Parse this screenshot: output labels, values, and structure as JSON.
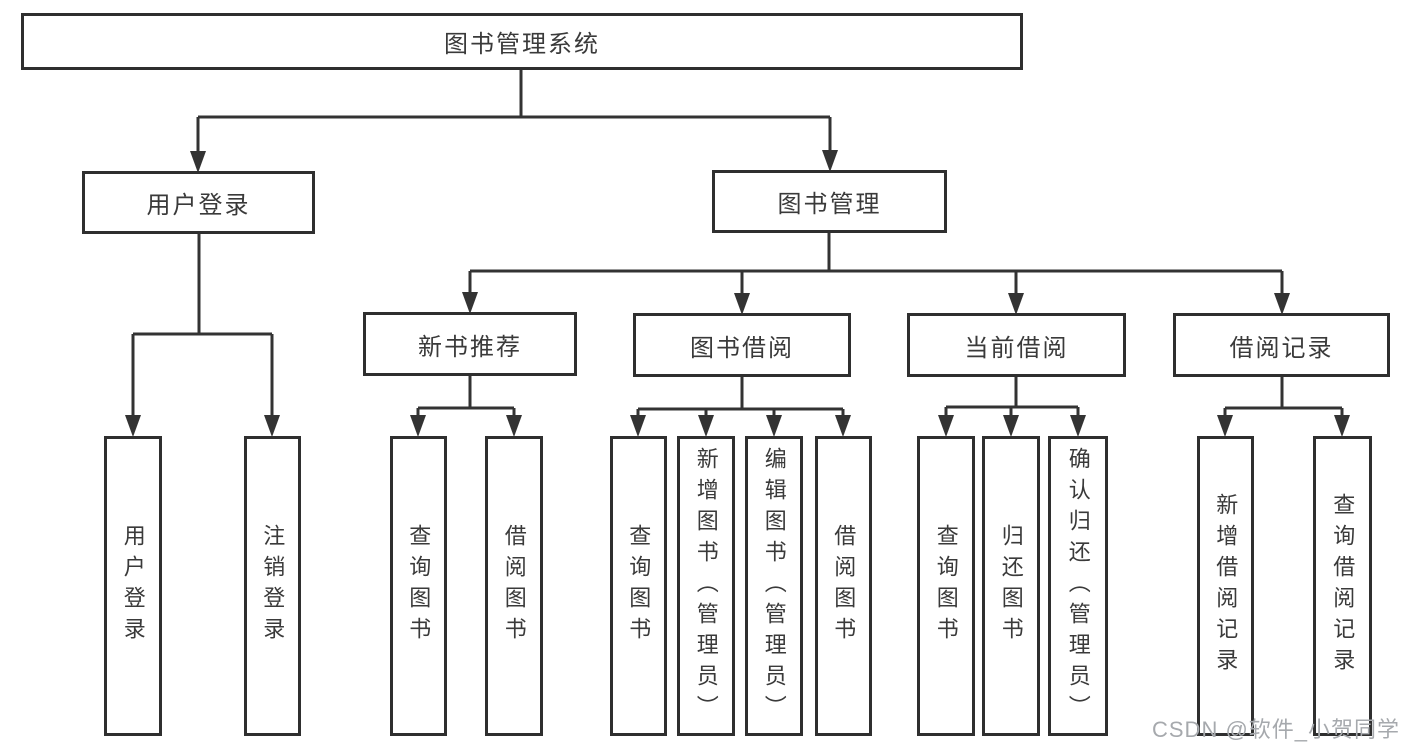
{
  "watermark": "CSDN @软件_小贺同学",
  "colors": {
    "line": "#333333",
    "box_border": "#2f2f2f",
    "text": "#3a3a3a",
    "background": "#ffffff",
    "watermark": "#a6a9ad"
  },
  "hierarchy": {
    "root": {
      "label": "图书管理系统",
      "children": [
        {
          "label": "用户登录",
          "children": [
            {
              "label": "用户登录"
            },
            {
              "label": "注销登录"
            }
          ]
        },
        {
          "label": "图书管理",
          "children": [
            {
              "label": "新书推荐",
              "children": [
                {
                  "label": "查询图书"
                },
                {
                  "label": "借阅图书"
                }
              ]
            },
            {
              "label": "图书借阅",
              "children": [
                {
                  "label": "查询图书"
                },
                {
                  "label": "新增图书（管理员）"
                },
                {
                  "label": "编辑图书（管理员）"
                },
                {
                  "label": "借阅图书"
                }
              ]
            },
            {
              "label": "当前借阅",
              "children": [
                {
                  "label": "查询图书"
                },
                {
                  "label": "归还图书"
                },
                {
                  "label": "确认归还（管理员）"
                }
              ]
            },
            {
              "label": "借阅记录",
              "children": [
                {
                  "label": "新增借阅记录"
                },
                {
                  "label": "查询借阅记录"
                }
              ]
            }
          ]
        }
      ]
    }
  }
}
